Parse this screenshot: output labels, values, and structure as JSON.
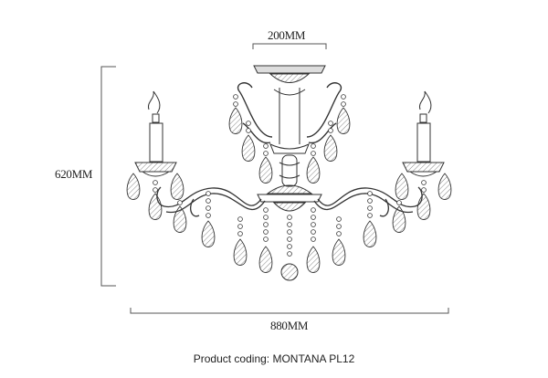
{
  "dimensions": {
    "top_width": "200MM",
    "height": "620MM",
    "total_width": "880MM"
  },
  "caption": {
    "label": "Product coding:",
    "code": "MONTANA PL12",
    "full": "Product coding: MONTANA PL12"
  },
  "colors": {
    "line": "#333333",
    "dimension_line": "#555555",
    "background": "#ffffff"
  }
}
